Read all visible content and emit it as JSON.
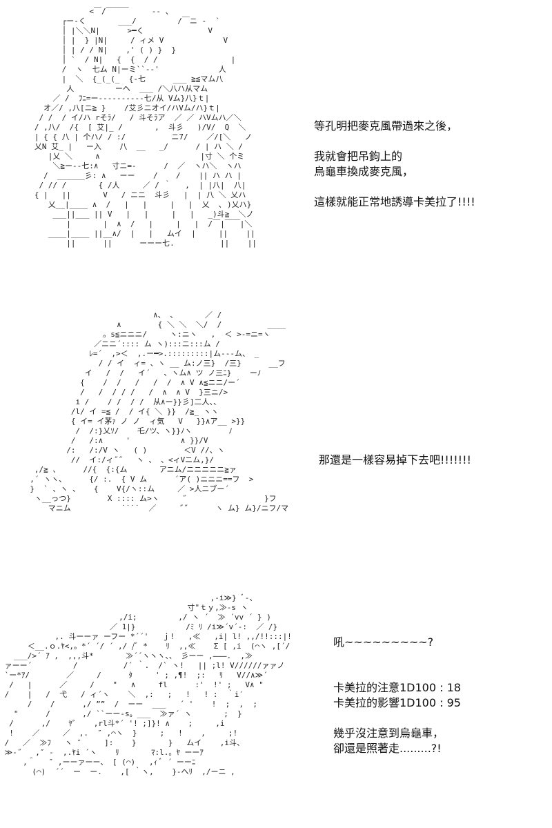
{
  "panels": [
    {
      "caption": {
        "line1": "等孔明把麥克風帶過來之後，",
        "line2": "我就會把吊鉤上的",
        "line3": "烏龜車換成麥克風，",
        "line4": "這樣就能正常地誘導卡美拉了!!!!"
      }
    },
    {
      "caption": {
        "line1": "那還是一樣容易掉下去吧!!!!!!!"
      }
    },
    {
      "caption": {
        "line1": "吼~~~~~~~~~?",
        "line2": "卡美拉的注意1D100 : 18",
        "line3": "卡美拉的影響1D100 : 95",
        "line4": "幾乎沒注意到烏龜車，",
        "line5": "卻還是照著走.........?!"
      }
    }
  ]
}
